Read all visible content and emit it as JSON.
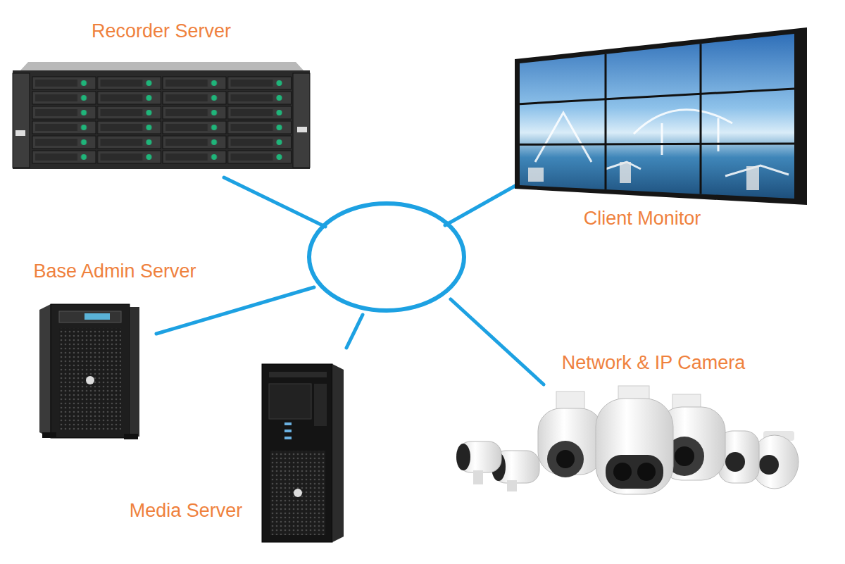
{
  "diagram": {
    "nodes": [
      {
        "text": [
          "Recorder Server"
        ]
      },
      {
        "text": [
          "Client Monitor"
        ]
      },
      {
        "text": [
          "Base Admin Server"
        ]
      },
      {
        "text": [
          "Network & IP Camera"
        ]
      },
      {
        "text": [
          "Media Server"
        ]
      }
    ]
  }
}
